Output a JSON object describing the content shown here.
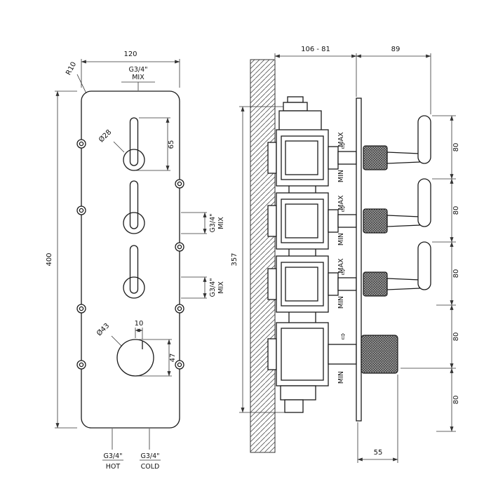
{
  "drawing": {
    "front": {
      "width": "120",
      "height": "400",
      "corner_radius": "R10",
      "lever_stroke": "65",
      "lever_diameter": "Ø28",
      "knob_diameter": "Ø43",
      "knob_offset": "10",
      "knob_stroke": "47",
      "top_port": {
        "thread": "G3/4\"",
        "name": "MIX"
      },
      "side_port_1": {
        "thread": "G3/4\"",
        "name": "MIX"
      },
      "side_port_2": {
        "thread": "G3/4\"",
        "name": "MIX"
      },
      "hot_port": {
        "thread": "G3/4\"",
        "name": "HOT"
      },
      "cold_port": {
        "thread": "G3/4\"",
        "name": "COLD"
      }
    },
    "side": {
      "install_depth": "106 - 81",
      "handle_projection": "89",
      "body_height": "357",
      "pitches": [
        "80",
        "80",
        "80",
        "80",
        "80"
      ],
      "thermo_width": "55",
      "valves": [
        {
          "max": "MAX",
          "min": "MIN",
          "arrow": "⇧"
        },
        {
          "max": "MAX",
          "min": "MIN",
          "arrow": "⇧"
        },
        {
          "max": "MAX",
          "min": "MIN",
          "arrow": "⇧"
        }
      ],
      "thermostat": {
        "min": "MIN",
        "arrow": "⇧"
      }
    }
  }
}
